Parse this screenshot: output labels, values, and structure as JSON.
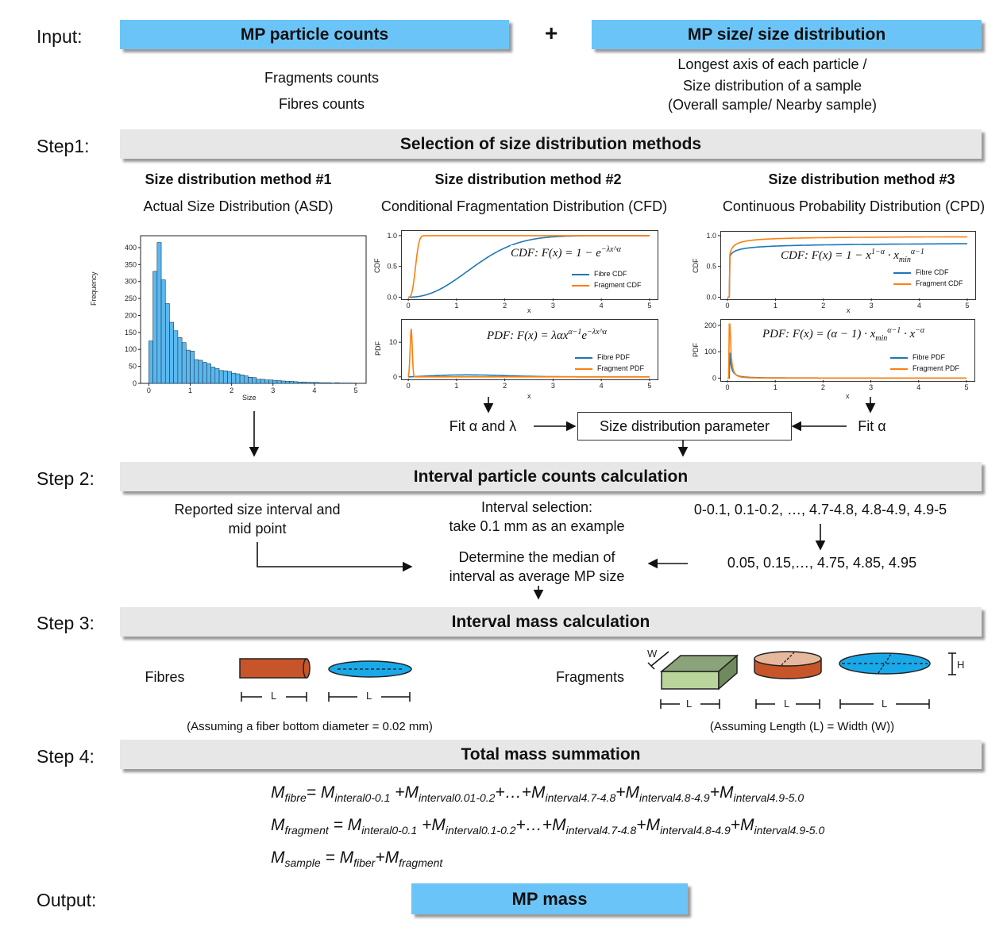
{
  "rows": {
    "input": "Input:",
    "step1": "Step1:",
    "step2": "Step 2:",
    "step3": "Step 3:",
    "step4": "Step 4:",
    "output": "Output:"
  },
  "input": {
    "counts_title": "MP particle counts",
    "plus": "+",
    "size_title": "MP size/ size distribution",
    "counts_lines": [
      "Fragments counts",
      "Fibres counts"
    ],
    "size_lines": [
      "Longest axis of each particle /",
      "Size distribution of a sample",
      "(Overall sample/ Nearby sample)"
    ]
  },
  "step1": {
    "title": "Selection of size distribution methods",
    "methods": [
      {
        "heading": "Size distribution method #1",
        "name": "Actual Size Distribution (ASD)"
      },
      {
        "heading": "Size distribution method #2",
        "name": "Conditional Fragmentation Distribution (CFD)"
      },
      {
        "heading": "Size distribution method #3",
        "name": "Continuous Probability Distribution (CPD)"
      }
    ],
    "fit_cfd": "Fit α and λ",
    "fit_cpd": "Fit α",
    "param_box": "Size distribution parameter"
  },
  "histogram": {
    "xlabel": "Size",
    "ylabel": "Frequency",
    "xticks": [
      "0",
      "1",
      "2",
      "3",
      "4",
      "5"
    ],
    "yticks": [
      "0",
      "50",
      "100",
      "150",
      "200",
      "250",
      "300",
      "350",
      "400"
    ],
    "bar_color": "#5bb8ef",
    "bin_width": 0.1,
    "counts": [
      125,
      330,
      415,
      305,
      235,
      180,
      155,
      135,
      120,
      98,
      95,
      70,
      68,
      62,
      58,
      48,
      44,
      38,
      37,
      35,
      30,
      28,
      25,
      22,
      18,
      17,
      12,
      12,
      10,
      10,
      9,
      8,
      7,
      6,
      6,
      5,
      4,
      4,
      3,
      3,
      3,
      2,
      2,
      2,
      1,
      2,
      1,
      1,
      1,
      1
    ]
  },
  "cfd": {
    "cdf_eq": "CDF: F(x) = 1 − e",
    "cdf_eq_sup": "−λx^α",
    "pdf_eq": "PDF: F(x) = λαx",
    "pdf_eq_sup": "α−1",
    "pdf_eq_rest": "e",
    "pdf_eq_sup2": "−λx^α",
    "cdf_yticks": [
      "0.0",
      "0.5",
      "1.0"
    ],
    "pdf_yticks": [
      "0",
      "10"
    ],
    "xticks": [
      "0",
      "1",
      "2",
      "3",
      "4",
      "5"
    ],
    "ylabel_cdf": "CDF",
    "ylabel_pdf": "PDF",
    "xlabel_cdf": "x",
    "xlabel_pdf": "x",
    "legend_cdf": [
      "Fibre CDF",
      "Fragment CDF"
    ],
    "legend_pdf": [
      "Fibre PDF",
      "Fragment PDF"
    ]
  },
  "cpd": {
    "cdf_eq": "CDF: F(x) = 1 − x",
    "cdf_eq_sup": "1−α",
    "cdf_eq_mid": " · x",
    "cdf_sub": "min",
    "cdf_sup2": "α−1",
    "pdf_eq": "PDF: F(x) = (α − 1) · x",
    "pdf_sub": "min",
    "pdf_sup": "α−1",
    "pdf_rest": " · x",
    "pdf_sup2": "−α",
    "cdf_yticks": [
      "0.0",
      "0.5",
      "1.0"
    ],
    "pdf_yticks": [
      "0",
      "100",
      "200"
    ],
    "xticks": [
      "0",
      "1",
      "2",
      "3",
      "4",
      "5"
    ],
    "ylabel_cdf": "CDF",
    "ylabel_pdf": "PDF",
    "xlabel_cdf": "x",
    "xlabel_pdf": "x",
    "legend_cdf": [
      "Fibre CDF",
      "Fragment CDF"
    ],
    "legend_pdf": [
      "Fibre PDF",
      "Fragment PDF"
    ]
  },
  "colors": {
    "fibre": "#1f77b4",
    "fragment": "#ff7f0e",
    "fibre_rod": "#c8552a",
    "disc_blue": "#1aa9e8",
    "block_green": "#b9d59c",
    "block_top": "#8aa378",
    "cyl_top": "#e6b89c",
    "cyl_side": "#c8552a"
  },
  "step2": {
    "title": "Interval particle counts calculation",
    "reported": [
      "Reported size interval and",
      "mid point"
    ],
    "interval_sel": [
      "Interval selection:",
      "take 0.1 mm as an example"
    ],
    "intervals": "0-0.1, 0.1-0.2, …, 4.7-4.8, 4.8-4.9, 4.9-5",
    "median": [
      "Determine the median of",
      "interval as average MP size"
    ],
    "mids": "0.05, 0.15,…, 4.75, 4.85, 4.95"
  },
  "step3": {
    "title": "Interval mass calculation",
    "fibres": "Fibres",
    "fragments": "Fragments",
    "L": "L",
    "W": "W",
    "H": "H",
    "fibre_note": "(Assuming a fiber bottom diameter = 0.02 mm)",
    "fragment_note": "(Assuming Length (L)  = Width (W))"
  },
  "step4": {
    "title": "Total mass summation",
    "f1": {
      "a": "M",
      "a_sub": "fibre",
      "b": "= M",
      "b_sub": "interal0-0.1",
      "c": " +M",
      "c_sub": "interval0.01-0.2",
      "d": "+…+M",
      "d_sub": "interval4.7-4.8",
      "e": "+M",
      "e_sub": "interval4.8-4.9",
      "f": "+M",
      "f_sub": "interval4.9-5.0"
    },
    "f2": {
      "a": "M",
      "a_sub": "fragment",
      "b": " = M",
      "b_sub": "interal0-0.1",
      "c": " +M",
      "c_sub": "interval0.1-0.2",
      "d": "+…+M",
      "d_sub": "interval4.7-4.8",
      "e": "+M",
      "e_sub": "interval4.8-4.9",
      "f": "+M",
      "f_sub": "interval4.9-5.0"
    },
    "f3": {
      "a": "M",
      "a_sub": "sample",
      "b": " = M",
      "b_sub": "fiber",
      "c": "+M",
      "c_sub": "fragment"
    }
  },
  "output": {
    "title": "MP mass"
  }
}
